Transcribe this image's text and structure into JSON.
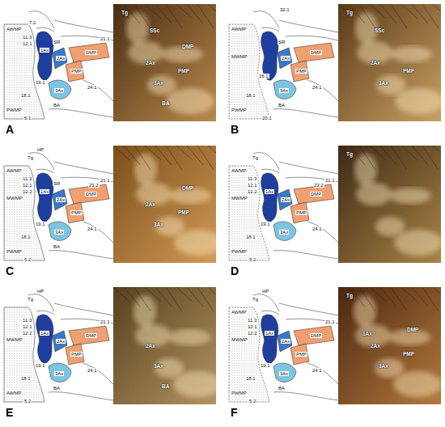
{
  "diagram": {
    "labels": [
      "7.2",
      "AWMP",
      "11.3",
      "12.1",
      "1Ax",
      "SR",
      "2Ax",
      "DMP",
      "21.1",
      "PMP",
      "3Ax",
      "18.1",
      "19.1",
      "24.1",
      "PWMP",
      "5.1",
      "BA",
      "Tg",
      "SSc",
      "2Ax",
      "3Ax",
      "DMP",
      "PMP",
      "BA",
      "A",
      "32.1",
      "AWMP",
      "MWMP",
      "24.1",
      "SR",
      "2Ax",
      "DMP",
      "PMP",
      "3Ax",
      "16.1",
      "18.1",
      "PWMP",
      "20.1",
      "BA",
      "Tg",
      "SSc",
      "2Ax",
      "3Ax",
      "PMP",
      "B",
      "HP",
      "Tg",
      "AWMP",
      "11.3",
      "12.1",
      "MWMP",
      "12.2",
      "1Ax",
      "SR",
      "2Ax",
      "DMP",
      "21.1",
      "23.2",
      "PMP",
      "24.1",
      "19.1",
      "BA",
      "3Ax",
      "18.1",
      "PWMP",
      "5.2",
      "DMP",
      "2Ax",
      "PMP",
      "3Ax",
      "C",
      "Tg",
      "AWMP",
      "11.3",
      "12.1",
      "MWMP",
      "12.2",
      "1Ax",
      "2Ax",
      "23.2",
      "21.1",
      "DMP",
      "PMP",
      "24.1",
      "19.1",
      "3Ax",
      "18.1",
      "PWMP",
      "5.2",
      "Tg",
      "D",
      "HP",
      "Tg",
      "11.3",
      "12.1",
      "12.2",
      "MWMP",
      "1Ax",
      "2Ax",
      "DMP",
      "21.1",
      "PMP",
      "3Ax",
      "19.1",
      "24.1",
      "BA",
      "18.1",
      "AWMP",
      "5.2",
      "2Ax",
      "3Ax",
      "BA",
      "E",
      "HP",
      "Tg",
      "AWMP",
      "11.3",
      "12.1",
      "12.2",
      "MWMP",
      "1Ax",
      "2Ax",
      "DMP",
      "21.1",
      "PMP",
      "24.1",
      "19.1",
      "3Ax",
      "BA",
      "18.1",
      "PWMP",
      "5.2",
      "Tg",
      "1Ax",
      "2Ax",
      "3Ax",
      "DMP",
      "PMP",
      "F"
    ]
  }
}
